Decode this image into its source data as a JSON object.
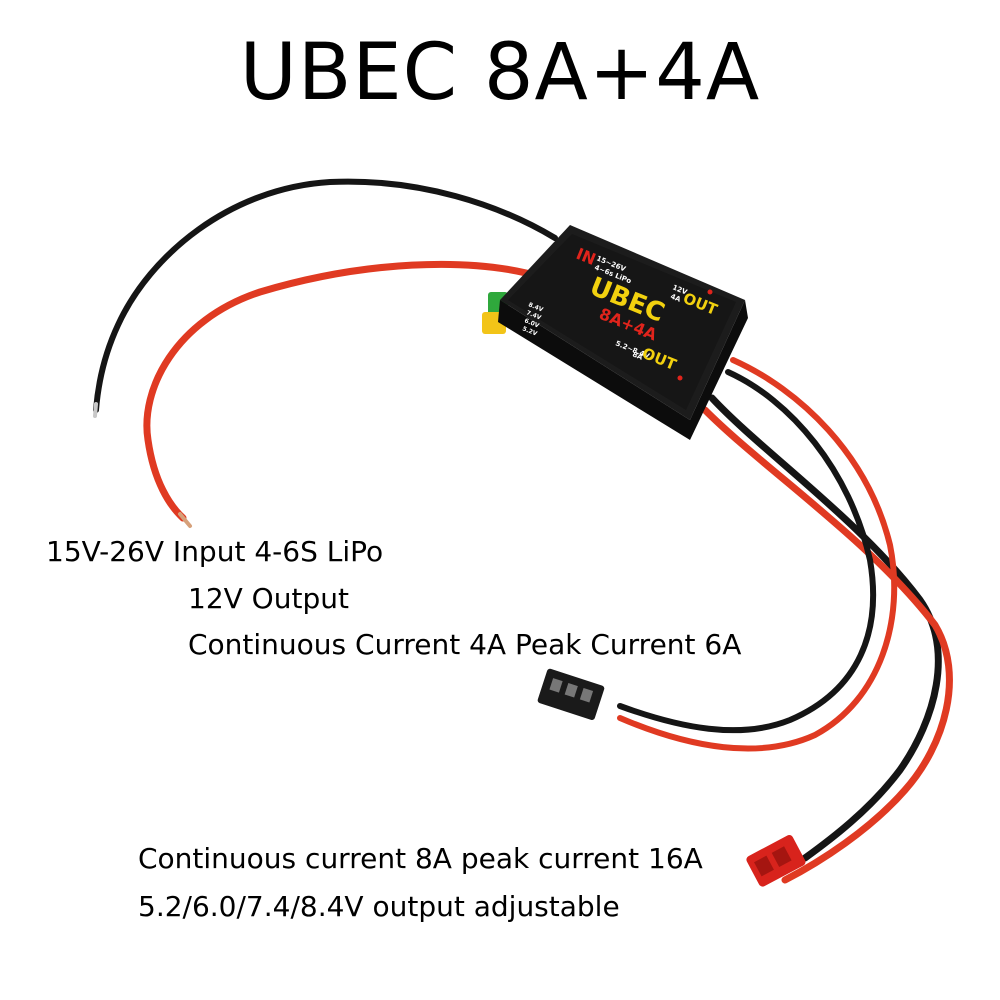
{
  "title": "UBEC 8A+4A",
  "device": {
    "brand": "UBEC",
    "rating": "8A+4A",
    "in_label": "IN",
    "in_spec_line1": "15~26V",
    "in_spec_line2": "4~6s LiPo",
    "out1_spec_line1": "12V",
    "out1_spec_line2": "4A",
    "out1_label": "OUT",
    "out2_spec_line1": "5.2~8.4V",
    "out2_spec_line2": "8A",
    "out2_label": "OUT",
    "switch_levels": [
      "8.4V",
      "7.4V",
      "6.0V",
      "5.2V"
    ],
    "colors": {
      "body": "#141414",
      "brand": "#f2d10f",
      "accent": "#e0241c",
      "wire_red": "#e03a22",
      "wire_black": "#151515"
    }
  },
  "captions": {
    "input": "15V-26V Input 4-6S LiPo",
    "out12_line1": "12V Output",
    "out12_line2": "Continuous Current 4A Peak Current 6A",
    "out8_line1": "Continuous current 8A peak current 16A",
    "out8_line2": "5.2/6.0/7.4/8.4V output adjustable"
  }
}
